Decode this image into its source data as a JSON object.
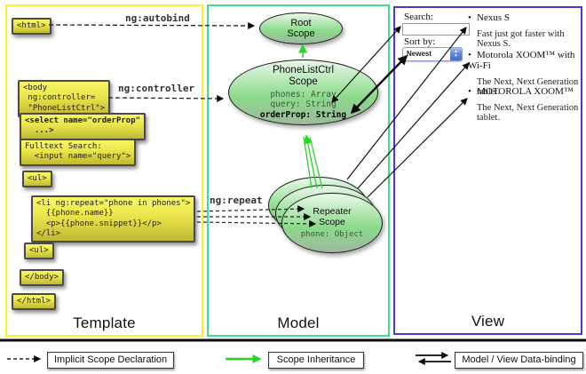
{
  "columns": {
    "template": "Template",
    "model": "Model",
    "view": "View"
  },
  "annotations": {
    "autobind": "ng:autobind",
    "controller": "ng:controller",
    "repeat": "ng:repeat"
  },
  "template": {
    "boxes": {
      "html_open": "<html>",
      "body_open": "<body\n ng:controller=\n \"PhoneListCtrl\">",
      "select": "<select name=\"orderProp\"\n  ...>",
      "fulltext": "Fulltext Search:\n  <input name=\"query\">",
      "ul_open": "<ul>",
      "li_repeat": "<li ng:repeat=\"phone in phones\">\n  {{phone.name}}\n  <p>{{phone.snippet}}</p>\n</li>",
      "ul_close": "<ul>",
      "body_close": "</body>",
      "html_close": "</html>"
    }
  },
  "model": {
    "root_scope": {
      "title": "Root\nScope"
    },
    "phonelist_scope": {
      "title": "PhoneListCtrl\nScope",
      "props": "phones: Array\nquery: String",
      "bold_prop": "orderProp: String"
    },
    "repeater_scope": {
      "title": "Repeater\nScope",
      "prop": "phone: Object"
    }
  },
  "view": {
    "search_label": "Search:",
    "search_value": "",
    "sort_label": "Sort by:",
    "sort_value": "Newest",
    "bullet": "•",
    "icons": {
      "select_up": "▲",
      "select_down": "▼"
    },
    "phones": [
      {
        "name": "Nexus S",
        "snippet": "Fast just got faster with Nexus S."
      },
      {
        "name": "Motorola XOOM™  with Wi-Fi",
        "snippet": "The Next, Next Generation tablet."
      },
      {
        "name": "MOTOROLA XOOM™",
        "snippet": "The Next, Next Generation tablet."
      }
    ]
  },
  "legend": {
    "implicit": "Implicit Scope Declaration",
    "inheritance": "Scope Inheritance",
    "databinding": "Model / View Data-binding"
  },
  "colors": {
    "template_border": "#f5f52a",
    "model_border": "#42dd8e",
    "view_border": "#4b38d8",
    "scope_green": "#2bd42b",
    "box_yellow": "#e9e44b"
  }
}
